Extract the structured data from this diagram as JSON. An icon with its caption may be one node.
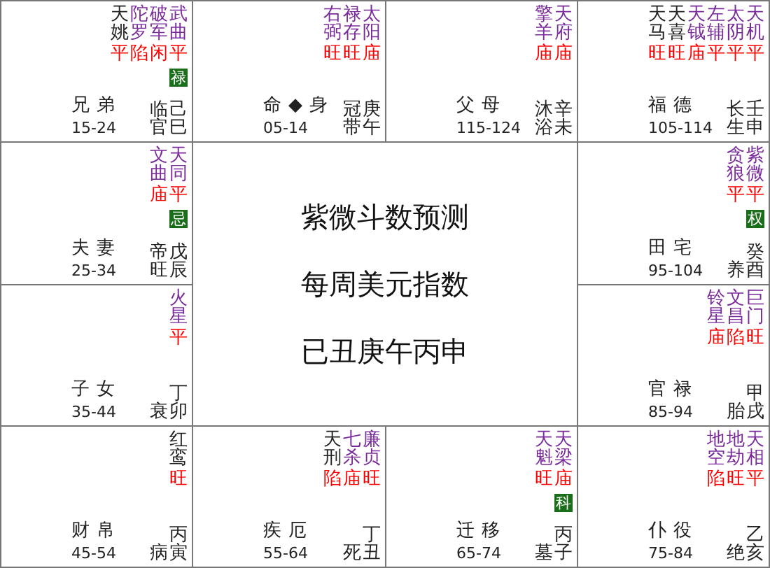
{
  "diagram": {
    "nodes": [
      {
        "text": [
          "天姚",
          "陀罗",
          "破军",
          "武曲",
          "平",
          "陷",
          "闲",
          "平",
          "禄",
          "兄弟",
          "15-24",
          "临官",
          "己巳"
        ]
      },
      {
        "text": [
          "右弼",
          "禄存",
          "太阳",
          "旺",
          "旺",
          "庙",
          "命◆身",
          "05-14",
          "冠带",
          "庚午"
        ]
      },
      {
        "text": [
          "擎羊",
          "天府",
          "庙",
          "庙",
          "父母",
          "115-124",
          "沐浴",
          "辛未"
        ]
      },
      {
        "text": [
          "天马",
          "天喜",
          "天钺",
          "左辅",
          "太阴",
          "天机",
          "旺",
          "旺",
          "庙",
          "平",
          "平",
          "平",
          "福德",
          "105-114",
          "长生",
          "壬申"
        ]
      },
      {
        "text": [
          "文曲",
          "天同",
          "庙",
          "平",
          "忌",
          "夫妻",
          "25-34",
          "帝旺",
          "戊辰"
        ]
      },
      {
        "text": [
          "紫微斗数预测",
          "每周美元指数",
          "已丑庚午丙申"
        ]
      },
      {
        "text": [
          "贪狼",
          "紫微",
          "平",
          "平",
          "权",
          "田宅",
          "95-104",
          "养",
          "癸酉"
        ]
      },
      {
        "text": [
          "火星",
          "平",
          "子女",
          "35-44",
          "衰",
          "丁卯"
        ]
      },
      {
        "text": [
          "铃星",
          "文昌",
          "巨门",
          "庙",
          "陷",
          "旺",
          "官禄",
          "85-94",
          "胎",
          "甲戌"
        ]
      },
      {
        "text": [
          "红鸾",
          "旺",
          "财帛",
          "45-54",
          "病",
          "丙寅"
        ]
      },
      {
        "text": [
          "天刑",
          "七杀",
          "廉贞",
          "陷",
          "庙",
          "旺",
          "疾厄",
          "55-64",
          "死",
          "丁丑"
        ]
      },
      {
        "text": [
          "天魁",
          "天梁",
          "旺",
          "庙",
          "科",
          "迁移",
          "65-74",
          "墓",
          "丙子"
        ]
      },
      {
        "text": [
          "地空",
          "地劫",
          "天相",
          "陷",
          "旺",
          "平",
          "仆役",
          "75-84",
          "绝",
          "乙亥"
        ]
      }
    ]
  }
}
